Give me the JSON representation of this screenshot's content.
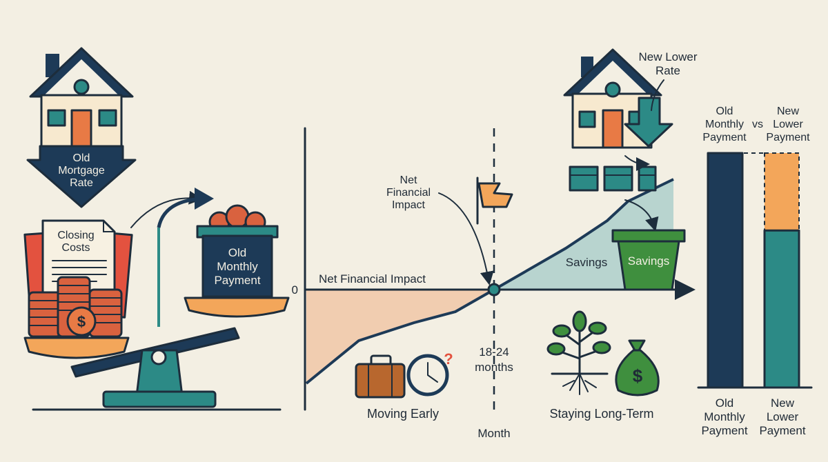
{
  "left_panel": {
    "old_rate_label": [
      "Old",
      "Mortgage",
      "Rate"
    ],
    "closing_costs_label": [
      "Closing",
      "Costs"
    ],
    "old_payment_label": [
      "Old",
      "Monthly",
      "Payment"
    ]
  },
  "chart": {
    "zero_label": "0",
    "net_impact_line_label": "Net Financial Impact",
    "net_impact_callout": [
      "Net",
      "Financial",
      "Impact"
    ],
    "breakeven_label": [
      "18-24",
      "months"
    ],
    "x_axis_label": "Month",
    "savings_area_label": "Savings",
    "moving_early_label": "Moving Early",
    "staying_long_label": "Staying Long-Term"
  },
  "right_panel": {
    "new_rate_label": [
      "New Lower",
      "Rate"
    ],
    "savings_pot_label": "Savings",
    "bar_header_old": [
      "Old",
      "Monthly",
      "Payment"
    ],
    "bar_header_vs": "vs",
    "bar_header_new": [
      "New",
      "Lower",
      "Payment"
    ],
    "bar_footer_old": [
      "Old",
      "Monthly",
      "Payment"
    ],
    "bar_footer_new": [
      "New",
      "Lower",
      "Payment"
    ]
  },
  "comparison": {
    "old_payment_share": 1.0,
    "new_payment_share": 0.67
  },
  "icons": {
    "dollar": "$",
    "question": "?"
  },
  "colors": {
    "navy": "#1d3a57",
    "teal": "#2c8a86",
    "orange": "#e87a45",
    "peach": "#f3a65a",
    "green": "#3f8f3e",
    "coin": "#d9623f",
    "red": "#e3523f",
    "cost_area": "#f1cdb0",
    "savings_area": "#b8d4cf",
    "background": "#f3efe3"
  }
}
